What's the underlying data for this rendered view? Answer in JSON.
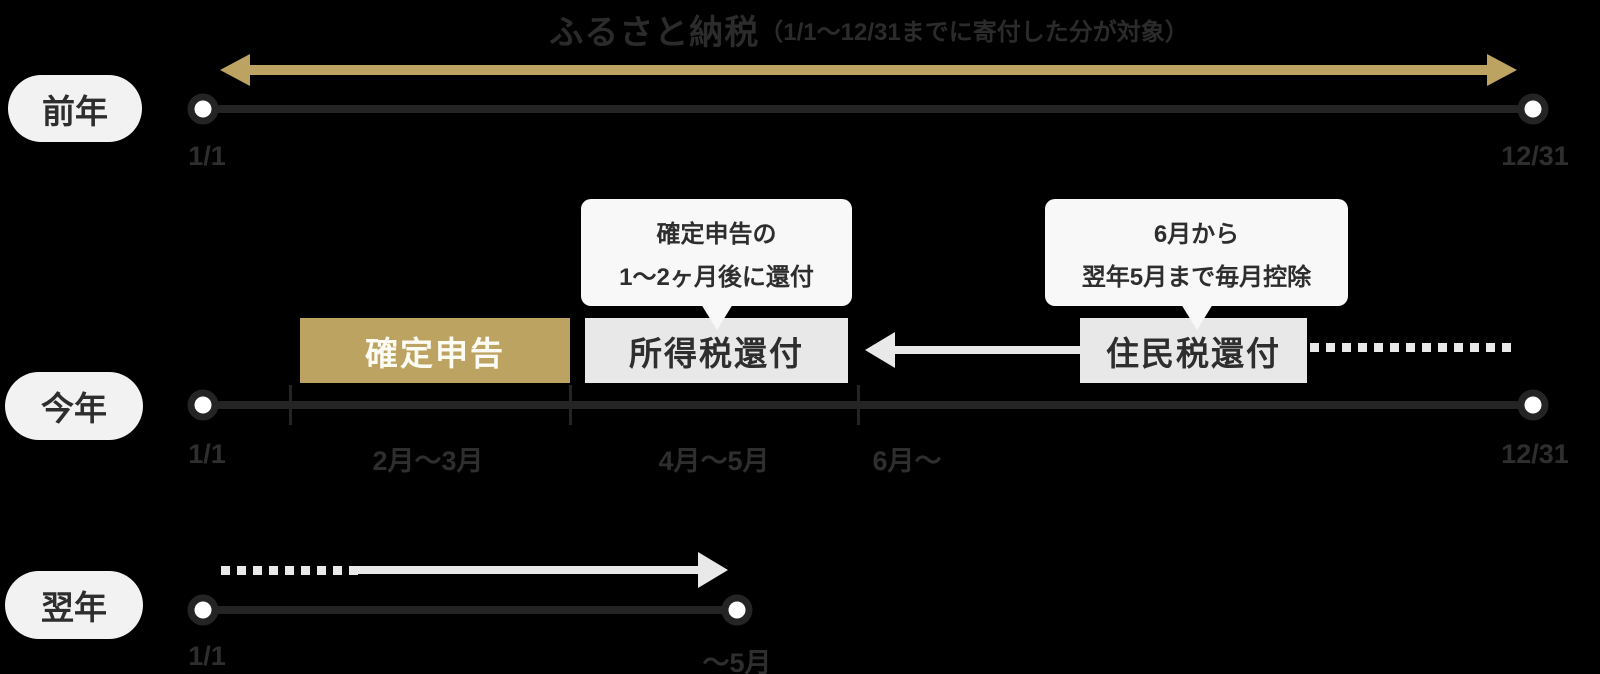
{
  "title": {
    "main": "ふるさと納税",
    "note": "（1/1～12/31までに寄付した分が対象）"
  },
  "rows": {
    "prev_year": {
      "label": "前年",
      "start": "1/1",
      "end": "12/31"
    },
    "this_year": {
      "label": "今年",
      "start": "1/1",
      "seg1": "2月～3月",
      "seg2": "4月～5月",
      "seg3": "6月～",
      "end": "12/31"
    },
    "next_year": {
      "label": "翌年",
      "start": "1/1",
      "end": "～5月"
    }
  },
  "boxes": {
    "tax_return": "確定申告",
    "income_tax_refund": "所得税還付",
    "resident_tax_refund": "住民税還付"
  },
  "callouts": {
    "income_tax": {
      "line1": "確定申告の",
      "line2": "1～2ヶ月後に還付"
    },
    "resident_tax": {
      "line1": "6月から",
      "line2": "翌年5月まで毎月控除"
    }
  },
  "colors": {
    "background": "#000000",
    "gold_accent": "#bda361",
    "timeline_line": "#242424",
    "label_text": "#2e2e2e",
    "pill_background": "#f2f2f2",
    "box_gray": "#e8e8e8",
    "callout_background": "#f8f8f8",
    "light_arrow": "#e9e9e9"
  }
}
